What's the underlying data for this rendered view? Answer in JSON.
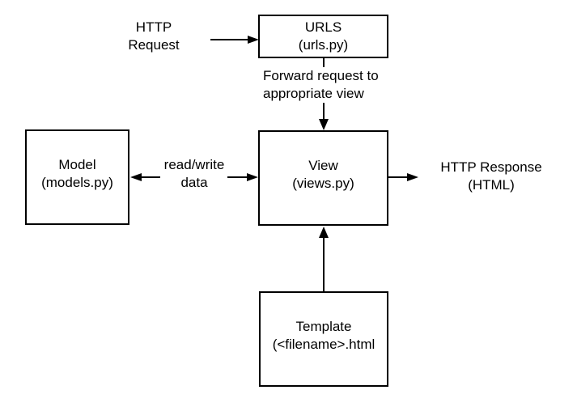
{
  "colors": {
    "line": "#000000",
    "text": "#000000",
    "background": "#ffffff"
  },
  "nodes": {
    "urls": {
      "line1": "URLS",
      "line2": "(urls.py)"
    },
    "model": {
      "line1": "Model",
      "line2": "(models.py)"
    },
    "view": {
      "line1": "View",
      "line2": "(views.py)"
    },
    "template": {
      "line1": "Template",
      "line2": "(<filename>.html"
    }
  },
  "labels": {
    "http_request": {
      "line1": "HTTP",
      "line2": "Request"
    },
    "forward": {
      "line1": "Forward request to",
      "line2": "appropriate view"
    },
    "read_write": {
      "line1": "read/write",
      "line2": "data"
    },
    "http_response": {
      "line1": "HTTP Response",
      "line2": "(HTML)"
    }
  }
}
